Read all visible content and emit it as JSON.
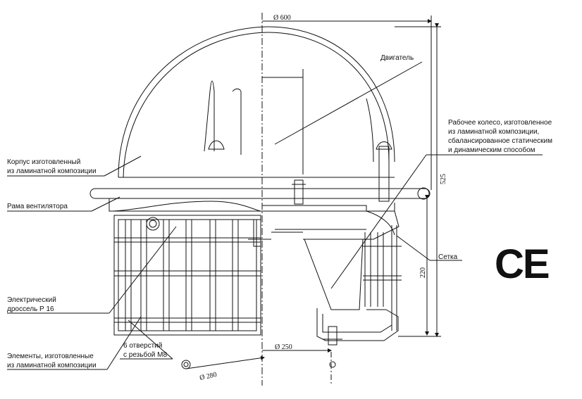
{
  "labels": {
    "engine": "Двигатель",
    "housing_line1": "Корпус изготовленный",
    "housing_line2": "из ламинатной композиции",
    "frame": "Рама вентилятора",
    "impeller_line1": "Рабочее колесо, изготовленное",
    "impeller_line2": "из ламинатной композиции,",
    "impeller_line3": "сбалансированное статическим",
    "impeller_line4": "и динамическим способом",
    "mesh": "Сетка",
    "choke_line1": "Электрический",
    "choke_line2": "дроссель Р 16",
    "elements_line1": "Элементы, изготовленные",
    "elements_line2": "из ламинатной композиции",
    "holes_line1": "6 отверстий",
    "holes_line2": "с резьбой М8"
  },
  "dimensions": {
    "diameter_top": "Ø 600",
    "height_total": "525",
    "height_lower": "220",
    "diameter_bottom": "Ø 250",
    "diameter_holes": "Ø 280"
  },
  "mark": "CE"
}
